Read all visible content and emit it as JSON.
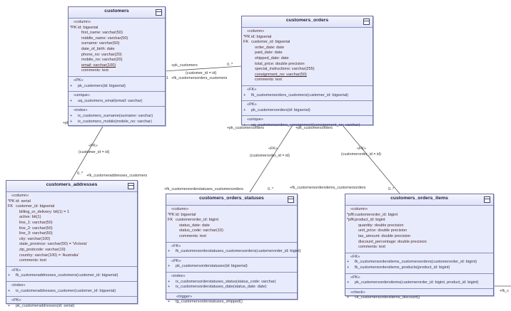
{
  "relationships": [
    {
      "stereotype": "«FK»",
      "parent_role": "+pk_customers",
      "child_role": "+fk_customeraddresses_customers",
      "multiplicity_parent": "1",
      "multiplicity_child": "0..*",
      "condition": "(customer_id = id)"
    },
    {
      "stereotype": "",
      "parent_role": "+pk_customers",
      "child_role": "+fk_customersorders_customers",
      "multiplicity_parent": "1",
      "multiplicity_child": "0..*",
      "condition": "(customer_id = id)"
    },
    {
      "stereotype": "«FK»",
      "parent_role": "+pk_customersorders",
      "child_role": "+fk_customersorderstatuses_customersorders",
      "multiplicity_parent": "1",
      "multiplicity_child": "0..*",
      "condition": "(customerorder_id = id)"
    },
    {
      "stereotype": "«FK»",
      "parent_role": "+pk_customersorders",
      "child_role": "+fk_customersordersitems_customersorders",
      "multiplicity_parent": "1",
      "multiplicity_child": "0..*",
      "condition": "(customerorder_id = id)"
    }
  ],
  "edge_fragment": "+fk_c",
  "tables": {
    "customers": {
      "title": "customers",
      "sections": [
        {
          "lines": [
            {
              "prefix": "",
              "text": "«column»",
              "style": "st"
            },
            {
              "prefix": "*PK",
              "text": "id: bigserial",
              "style": ""
            },
            {
              "prefix": "",
              "text": "first_name: varchar(50)",
              "style": "ind"
            },
            {
              "prefix": "",
              "text": "middle_name: varchar(50)",
              "style": "ind"
            },
            {
              "prefix": "",
              "text": "surname: varchar(50)",
              "style": "ind"
            },
            {
              "prefix": "",
              "text": "date_of_birth: date",
              "style": "ind"
            },
            {
              "prefix": "",
              "text": "phone_no: varchar(20)",
              "style": "ind"
            },
            {
              "prefix": "",
              "text": "mobile_no: varchar(20)",
              "style": "ind"
            },
            {
              "prefix": "",
              "text": "email: varchar(100)",
              "style": "ind u"
            },
            {
              "prefix": "",
              "text": "comments: text",
              "style": "ind"
            }
          ]
        },
        {
          "ops": true,
          "lines": [
            {
              "prefix": "",
              "text": "«PK»",
              "style": "st"
            },
            {
              "prefix": "+",
              "text": "pk_customers(id: bigserial)",
              "style": ""
            }
          ]
        },
        {
          "ops": true,
          "lines": [
            {
              "prefix": "",
              "text": "«unique»",
              "style": "st"
            },
            {
              "prefix": "+",
              "text": "uq_customers_email(email: varchar)",
              "style": ""
            }
          ]
        },
        {
          "ops": true,
          "lines": [
            {
              "prefix": "",
              "text": "«index»",
              "style": "st"
            },
            {
              "prefix": "+",
              "text": "ix_customers_surname(surname: varchar)",
              "style": ""
            },
            {
              "prefix": "+",
              "text": "ix_customers_mobile(mobile_no: varchar)",
              "style": ""
            }
          ]
        }
      ]
    },
    "customers_orders": {
      "title": "customers_orders",
      "sections": [
        {
          "lines": [
            {
              "prefix": "",
              "text": "«column»",
              "style": "st"
            },
            {
              "prefix": "*PK",
              "text": "id: bigserial",
              "style": ""
            },
            {
              "prefix": "FK",
              "text": "customer_id: bigserial",
              "style": ""
            },
            {
              "prefix": "",
              "text": "order_date: date",
              "style": "ind"
            },
            {
              "prefix": "",
              "text": "paid_date: date",
              "style": "ind"
            },
            {
              "prefix": "",
              "text": "shipped_date: date",
              "style": "ind"
            },
            {
              "prefix": "",
              "text": "total_price: double precision",
              "style": "ind"
            },
            {
              "prefix": "",
              "text": "special_instructions: varchar(255)",
              "style": "ind"
            },
            {
              "prefix": "",
              "text": "consignment_no: varchar(50)",
              "style": "ind u"
            },
            {
              "prefix": "",
              "text": "comments: text",
              "style": "ind"
            }
          ]
        },
        {
          "ops": true,
          "lines": [
            {
              "prefix": "",
              "text": "«FK»",
              "style": "st"
            },
            {
              "prefix": "+",
              "text": "fk_customersorders_customers(customer_id: bigserial)",
              "style": ""
            }
          ]
        },
        {
          "ops": true,
          "lines": [
            {
              "prefix": "",
              "text": "«PK»",
              "style": "st"
            },
            {
              "prefix": "+",
              "text": "pk_customersorders(id: bigserial)",
              "style": ""
            }
          ]
        },
        {
          "ops": true,
          "lines": [
            {
              "prefix": "",
              "text": "«unique»",
              "style": "st"
            },
            {
              "prefix": "+",
              "text": "uq_customersorders_consignment(consignment_no: varchar)",
              "style": ""
            }
          ]
        }
      ]
    },
    "customers_addresses": {
      "title": "customers_addresses",
      "sections": [
        {
          "lines": [
            {
              "prefix": "",
              "text": "«column»",
              "style": "st"
            },
            {
              "prefix": "*PK",
              "text": "id: serial",
              "style": ""
            },
            {
              "prefix": "FK",
              "text": "customer_id: bigserial",
              "style": ""
            },
            {
              "prefix": "",
              "text": "billing_or_delivery: bit(1) = 1",
              "style": "ind"
            },
            {
              "prefix": "",
              "text": "active: bit(1)",
              "style": "ind"
            },
            {
              "prefix": "",
              "text": "line_1: varchar(50)",
              "style": "ind"
            },
            {
              "prefix": "",
              "text": "line_2: varchar(50)",
              "style": "ind"
            },
            {
              "prefix": "",
              "text": "line_3: varchar(50)",
              "style": "ind"
            },
            {
              "prefix": "",
              "text": "city: varchar(100)",
              "style": "ind"
            },
            {
              "prefix": "",
              "text": "state_province: varchar(50) = 'Victoria'",
              "style": "ind"
            },
            {
              "prefix": "",
              "text": "zip_postcode: varchar(10)",
              "style": "ind"
            },
            {
              "prefix": "",
              "text": "country: varchar(100) = 'Australia'",
              "style": "ind"
            },
            {
              "prefix": "",
              "text": "comments: text",
              "style": "ind"
            }
          ]
        },
        {
          "ops": true,
          "lines": [
            {
              "prefix": "",
              "text": "«FK»",
              "style": "st"
            },
            {
              "prefix": "+",
              "text": "fk_customeraddresses_customers(customer_id: bigserial)",
              "style": ""
            }
          ]
        },
        {
          "ops": true,
          "lines": [
            {
              "prefix": "",
              "text": "«index»",
              "style": "st"
            },
            {
              "prefix": "+",
              "text": "ix_customeraddresses_customer(customer_id: bigserial)",
              "style": ""
            }
          ]
        },
        {
          "ops": true,
          "lines": [
            {
              "prefix": "",
              "text": "«PK»",
              "style": "st"
            },
            {
              "prefix": "+",
              "text": "pk_customeraddresses(id: serial)",
              "style": ""
            }
          ]
        }
      ]
    },
    "customers_orders_statuses": {
      "title": "customers_orders_statuses",
      "sections": [
        {
          "lines": [
            {
              "prefix": "",
              "text": "«column»",
              "style": "st"
            },
            {
              "prefix": "*PK",
              "text": "id: bigserial",
              "style": ""
            },
            {
              "prefix": "FK",
              "text": "customerorder_id: bigint",
              "style": ""
            },
            {
              "prefix": "",
              "text": "status_date: date",
              "style": "ind"
            },
            {
              "prefix": "",
              "text": "status_code: varchar(10)",
              "style": "ind"
            },
            {
              "prefix": "",
              "text": "comments: text",
              "style": "ind"
            }
          ]
        },
        {
          "ops": true,
          "lines": [
            {
              "prefix": "",
              "text": "«FK»",
              "style": "st"
            },
            {
              "prefix": "+",
              "text": "fk_customersorderstatuses_customersorders(customerorder_id: bigint)",
              "style": ""
            }
          ]
        },
        {
          "ops": true,
          "lines": [
            {
              "prefix": "",
              "text": "«PK»",
              "style": "st"
            },
            {
              "prefix": "+",
              "text": "pk_customersorderstatuses(id: bigserial)",
              "style": ""
            }
          ]
        },
        {
          "ops": true,
          "lines": [
            {
              "prefix": "",
              "text": "«index»",
              "style": "st"
            },
            {
              "prefix": "+",
              "text": "ix_customersorderstatuses_status(status_code: varchar)",
              "style": ""
            },
            {
              "prefix": "+",
              "text": "ix_customersorderstatuses_date(status_date: date)",
              "style": ""
            }
          ]
        },
        {
          "ops": true,
          "lines": [
            {
              "prefix": "",
              "text": "«trigger»",
              "style": "st2"
            },
            {
              "prefix": "+",
              "text": "tg_customersorderstatuses_shipped()",
              "style": ""
            }
          ]
        }
      ]
    },
    "customers_orders_items": {
      "title": "customers_orders_items",
      "sections": [
        {
          "lines": [
            {
              "prefix": "",
              "text": "«column»",
              "style": "st"
            },
            {
              "prefix": "*pfK",
              "text": "customerorder_id: bigint",
              "style": ""
            },
            {
              "prefix": "*pfK",
              "text": "product_id: bigint",
              "style": ""
            },
            {
              "prefix": "",
              "text": "quantity: double precision",
              "style": "ind"
            },
            {
              "prefix": "",
              "text": "unit_price: double precision",
              "style": "ind"
            },
            {
              "prefix": "",
              "text": "tax_amount: double precision",
              "style": "ind"
            },
            {
              "prefix": "",
              "text": "discount_percentage: double precision",
              "style": "ind"
            },
            {
              "prefix": "",
              "text": "comments: text",
              "style": "ind"
            }
          ]
        },
        {
          "ops": true,
          "lines": [
            {
              "prefix": "",
              "text": "«FK»",
              "style": "st"
            },
            {
              "prefix": "+",
              "text": "fk_customersordersitems_customersorders(customerorder_id: bigint)",
              "style": ""
            },
            {
              "prefix": "+",
              "text": "fk_customersordersitems_products(product_id: bigint)",
              "style": ""
            }
          ]
        },
        {
          "ops": true,
          "lines": [
            {
              "prefix": "",
              "text": "«PK»",
              "style": "st"
            },
            {
              "prefix": "+",
              "text": "pk_customersordersitems(customerorder_id: bigint, product_id: bigint)",
              "style": ""
            }
          ]
        },
        {
          "ops": true,
          "lines": [
            {
              "prefix": "",
              "text": "«check»",
              "style": "st"
            },
            {
              "prefix": "+",
              "text": "ck_customersordersitems_discount()",
              "style": ""
            }
          ]
        }
      ]
    }
  }
}
